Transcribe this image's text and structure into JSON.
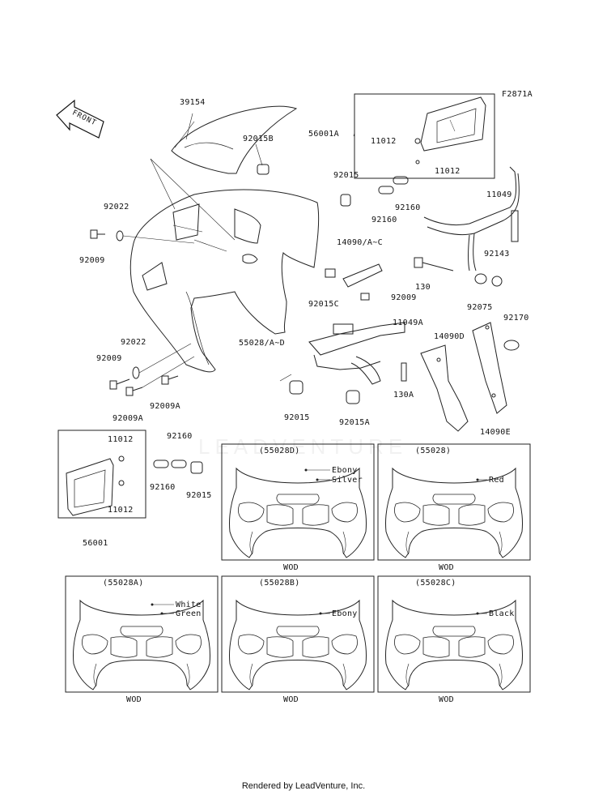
{
  "figure_code": "F2871A",
  "front_label": "FRONT",
  "watermark": "LEADVENTURE",
  "footer": "Rendered by LeadVenture, Inc.",
  "callouts": {
    "p39154": "39154",
    "p92015B": "92015B",
    "p56001A": "56001A",
    "p11012_a": "11012",
    "p11012_b": "11012",
    "p92015_top": "92015",
    "p92160_a": "92160",
    "p92160_b": "92160",
    "p11049": "11049",
    "p92022_a": "92022",
    "p92009_a": "92009",
    "p14090AC": "14090/A~C",
    "p92143": "92143",
    "p130": "130",
    "p92015C": "92015C",
    "p92009_b": "92009",
    "p92075": "92075",
    "p55028AD": "55028/A~D",
    "p11049A": "11049A",
    "p92170": "92170",
    "p14090D": "14090D",
    "p92022_b": "92022",
    "p92009_c": "92009",
    "p92009A_a": "92009A",
    "p92009A_b": "92009A",
    "p130A": "130A",
    "p92015_mid": "92015",
    "p92015A": "92015A",
    "p14090E": "14090E",
    "p11012_c": "11012",
    "p11012_d": "11012",
    "p92160_c": "92160",
    "p92160_d": "92160",
    "p92015_low": "92015",
    "p56001": "56001"
  },
  "variants": [
    {
      "code": "(55028D)",
      "colors": [
        "Ebony",
        "Silver"
      ],
      "wod": "WOD"
    },
    {
      "code": "(55028)",
      "colors": [
        "Red"
      ],
      "wod": "WOD"
    },
    {
      "code": "(55028A)",
      "colors": [
        "White",
        "Green"
      ],
      "wod": "WOD"
    },
    {
      "code": "(55028B)",
      "colors": [
        "Ebony"
      ],
      "wod": "WOD"
    },
    {
      "code": "(55028C)",
      "colors": [
        "Black"
      ],
      "wod": "WOD"
    }
  ]
}
